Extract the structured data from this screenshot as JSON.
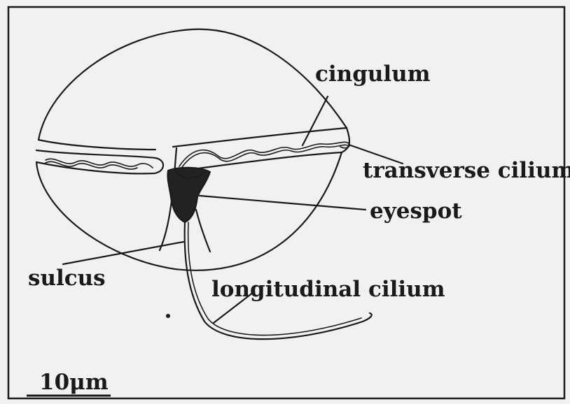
{
  "labels": {
    "cingulum": "cingulum",
    "transverse_cilium": "transverse cilium",
    "eyespot": "eyespot",
    "sulcus": "sulcus",
    "longitudinal_cilium": "longitudinal cilium"
  },
  "scale_bar": {
    "label": "10μm"
  },
  "colors": {
    "ink": "#1a1a1a",
    "background": "#f3f1ef",
    "eyespot": "#222222"
  }
}
